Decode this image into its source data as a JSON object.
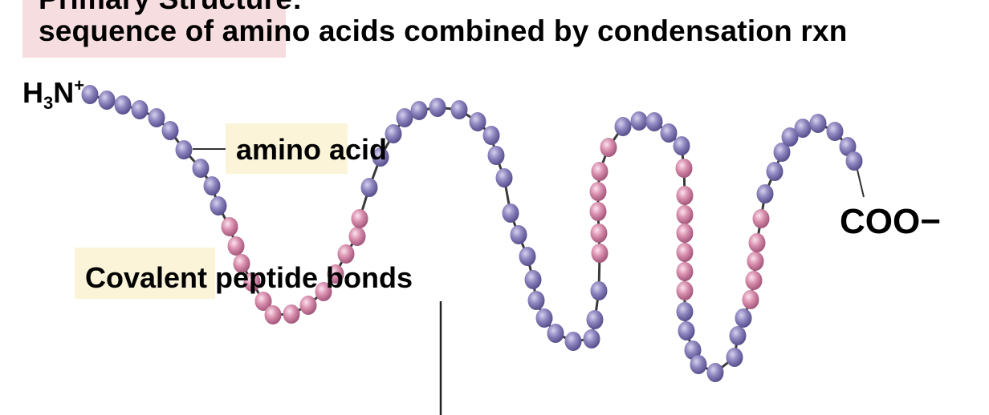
{
  "title": {
    "line1": "Primary Structure:",
    "line2": "sequence of amino acids combined by condensation rxn"
  },
  "labels": {
    "n_terminus_base": "H",
    "n_terminus_sub": "3",
    "n_terminus_mid": "N",
    "n_terminus_sup": "+",
    "amino_acid": "amino acid",
    "peptide_bonds": "Covalent peptide bonds",
    "c_terminus": "COO−"
  },
  "colors": {
    "purple_bead": "#8e86bf",
    "pink_bead": "#d98fae",
    "bond": "#3a3a3a",
    "label_highlight": "#fbf4d9",
    "title_highlight": "#f6dde0"
  }
}
